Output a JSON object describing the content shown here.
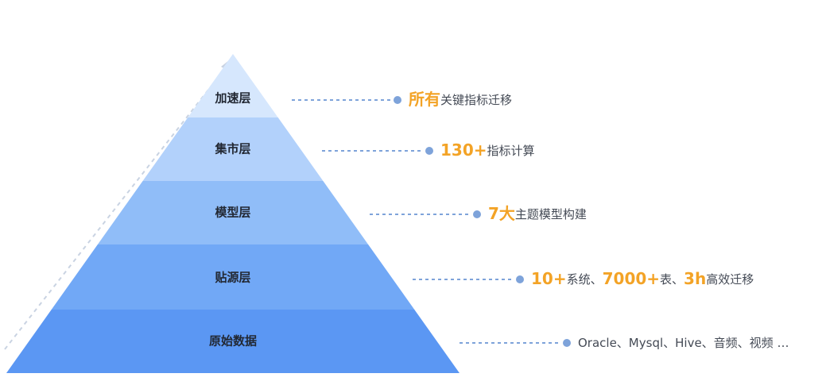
{
  "colors": {
    "layer_fills": [
      "#5b97f3",
      "#71a8f6",
      "#90bdf8",
      "#b2d1fb",
      "#d6e7fd"
    ],
    "highlight": "#f3a326",
    "text": "#444a55",
    "label": "#222833",
    "leader": "#7ea3da",
    "arrow": "#c9d3e2"
  },
  "layers": [
    {
      "label": "原始数据",
      "description": [
        {
          "text": "Oracle、Mysql、Hive、音频、视频 …",
          "highlight": false
        }
      ]
    },
    {
      "label": "贴源层",
      "description": [
        {
          "text": "10+",
          "highlight": true
        },
        {
          "text": "系统、",
          "highlight": false
        },
        {
          "text": "7000+",
          "highlight": true
        },
        {
          "text": "表、",
          "highlight": false
        },
        {
          "text": "3h",
          "highlight": true
        },
        {
          "text": "高效迁移",
          "highlight": false
        }
      ]
    },
    {
      "label": "模型层",
      "description": [
        {
          "text": "7大",
          "highlight": true
        },
        {
          "text": "主题模型构建",
          "highlight": false
        }
      ]
    },
    {
      "label": "集市层",
      "description": [
        {
          "text": "130+",
          "highlight": true
        },
        {
          "text": "指标计算",
          "highlight": false
        }
      ]
    },
    {
      "label": "加速层",
      "description": [
        {
          "text": "所有",
          "highlight": true
        },
        {
          "text": "关键指标迁移",
          "highlight": false
        }
      ]
    }
  ]
}
